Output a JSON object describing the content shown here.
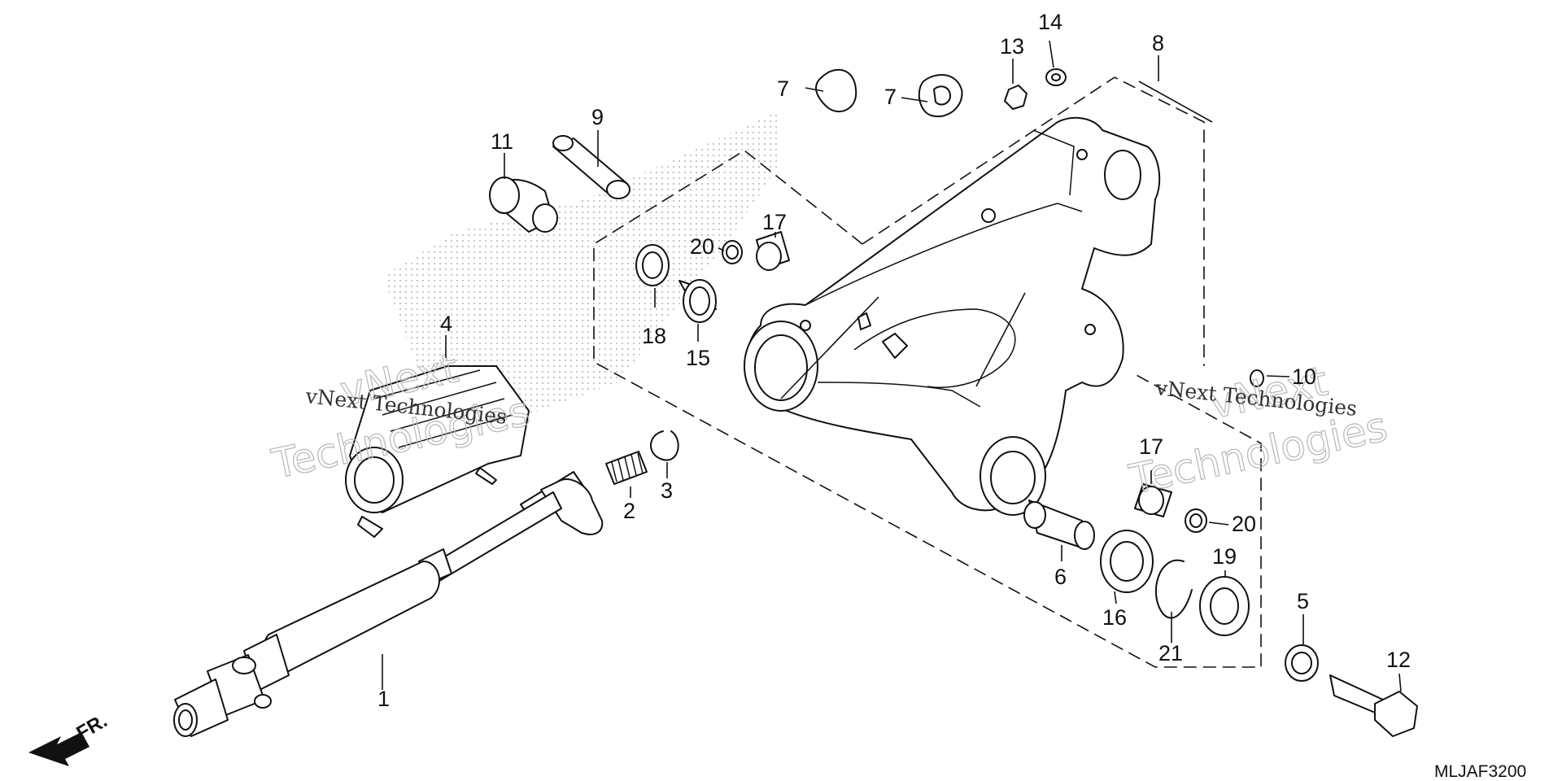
{
  "diagram_code": "MLJAF3200",
  "direction_label": "FR.",
  "watermark": {
    "line1": "vNext",
    "line2": "Technologies",
    "inline": "vNext Technologies"
  },
  "callouts": [
    "1",
    "2",
    "3",
    "4",
    "5",
    "6",
    "7",
    "7",
    "8",
    "9",
    "10",
    "11",
    "12",
    "13",
    "14",
    "15",
    "16",
    "17",
    "17",
    "18",
    "19",
    "20",
    "20",
    "21"
  ]
}
